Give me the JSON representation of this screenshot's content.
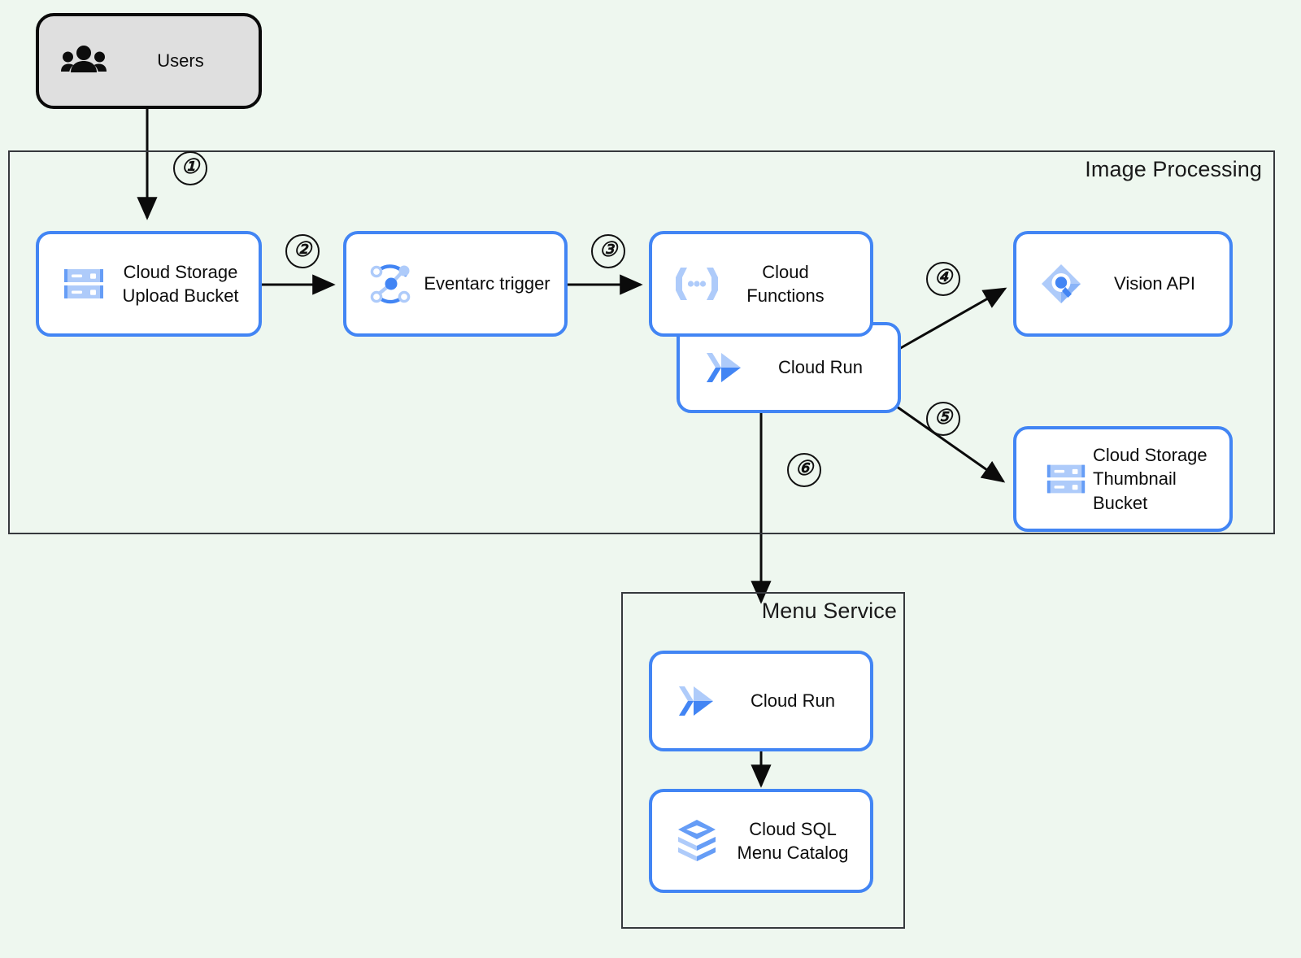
{
  "diagram": {
    "title": "Image processing and menu service architecture",
    "background_color": "#eef7ef",
    "node_border_color": "#4285f4",
    "group_border_color": "#36393d"
  },
  "groups": [
    {
      "id": "image-processing",
      "label": "Image Processing"
    },
    {
      "id": "menu-service",
      "label": "Menu Service"
    }
  ],
  "nodes": [
    {
      "id": "users",
      "label": "Users",
      "icon": "users-icon"
    },
    {
      "id": "upload-bucket",
      "label": "Cloud Storage\nUpload Bucket",
      "icon": "cloud-storage-icon"
    },
    {
      "id": "eventarc",
      "label": "Eventarc trigger",
      "icon": "eventarc-icon"
    },
    {
      "id": "cloud-functions",
      "label": "Cloud Functions",
      "icon": "cloud-functions-icon"
    },
    {
      "id": "cloud-run",
      "label": "Cloud Run",
      "icon": "cloud-run-icon"
    },
    {
      "id": "vision-api",
      "label": "Vision API",
      "icon": "vision-api-icon"
    },
    {
      "id": "thumbnail-bucket",
      "label": "Cloud Storage\nThumbnail Bucket",
      "icon": "cloud-storage-icon"
    },
    {
      "id": "menu-cloud-run",
      "label": "Cloud Run",
      "icon": "cloud-run-icon"
    },
    {
      "id": "cloud-sql",
      "label": "Cloud SQL\nMenu Catalog",
      "icon": "cloud-sql-icon"
    }
  ],
  "steps": [
    {
      "id": "step-1",
      "label": "①",
      "from": "users",
      "to": "upload-bucket"
    },
    {
      "id": "step-2",
      "label": "②",
      "from": "upload-bucket",
      "to": "eventarc"
    },
    {
      "id": "step-3",
      "label": "③",
      "from": "eventarc",
      "to": "cloud-functions"
    },
    {
      "id": "step-4",
      "label": "④",
      "from": "cloud-run",
      "to": "vision-api"
    },
    {
      "id": "step-5",
      "label": "⑤",
      "from": "cloud-run",
      "to": "thumbnail-bucket"
    },
    {
      "id": "step-6",
      "label": "⑥",
      "from": "cloud-run",
      "to": "menu-cloud-run"
    }
  ]
}
